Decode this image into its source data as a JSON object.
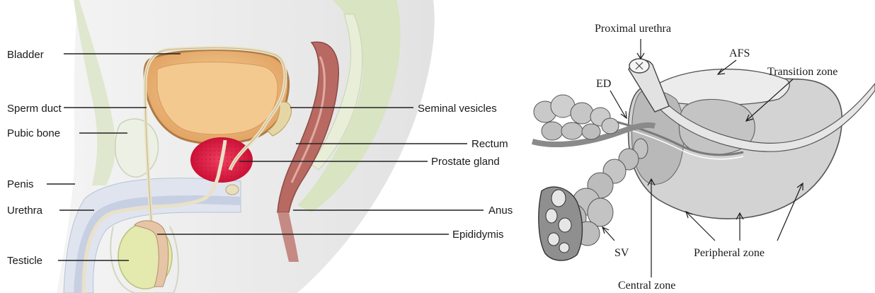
{
  "left_diagram": {
    "labels_left": [
      "Bladder",
      "Sperm duct",
      "Pubic bone",
      "Penis",
      "Urethra",
      "Testicle"
    ],
    "labels_right": [
      "Seminal vesicles",
      "Rectum",
      "Prostate gland",
      "Anus",
      "Epididymis"
    ],
    "colors": {
      "prostate": "#e0143c",
      "bladder": "#f0bf7a",
      "rectum": "#b86a62",
      "tissue": "#d8e4c2"
    }
  },
  "right_diagram": {
    "labels": {
      "proximal_urethra": "Proximal urethra",
      "afs": "AFS",
      "transition_zone": "Transition zone",
      "ed": "ED",
      "sv": "SV",
      "peripheral_zone": "Peripheral zone",
      "central_zone": "Central zone"
    }
  }
}
